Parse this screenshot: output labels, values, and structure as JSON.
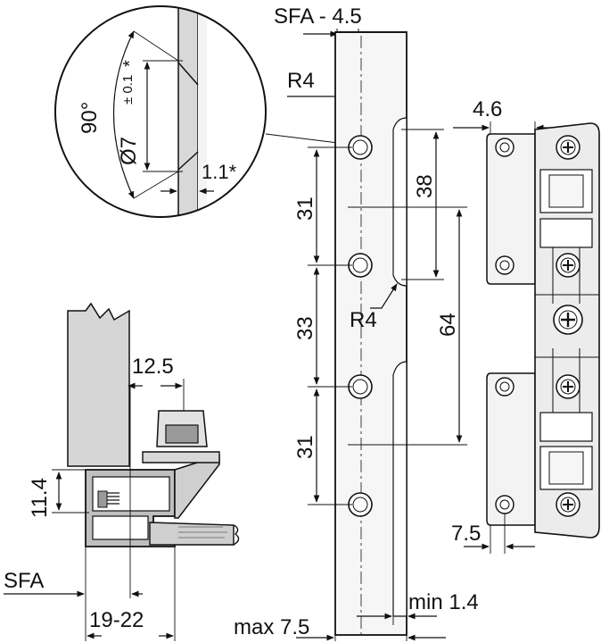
{
  "labels": {
    "sfa_minus": "SFA - 4.5",
    "r4_top": "R4",
    "r4_mid": "R4",
    "four_six": "4.6",
    "angle": "90°",
    "dia_main": "Ø7",
    "dia_tol": "± 0.1",
    "dia_star": "*",
    "one_one": "1.1*",
    "d38": "38",
    "d31_top": "31",
    "d33": "33",
    "d64": "64",
    "d31_bot": "31",
    "d12_5": "12.5",
    "d11_4": "11.4",
    "sfa": "SFA",
    "d19_22": "19-22",
    "max7_5": "max 7.5",
    "min1_4": "min 1.4",
    "d7_5": "7.5"
  },
  "colors": {
    "line": "#111111",
    "metal": "#e6e6e6",
    "grey": "#d0d0d0",
    "dark": "#9a9a9a"
  }
}
